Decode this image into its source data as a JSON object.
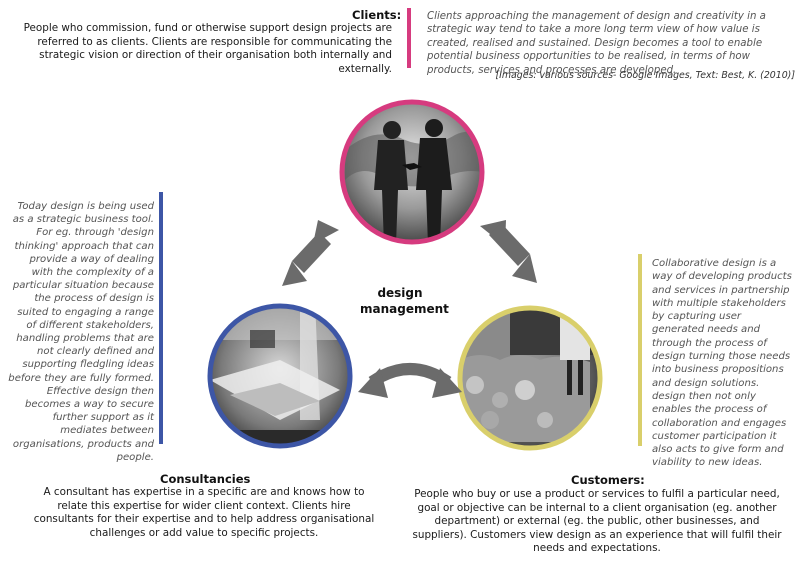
{
  "clients": {
    "heading": "Clients:",
    "body": "People who commission, fund or otherwise support design projects are referred to as clients. Clients are responsible for communicating the strategic vision or direction of their organisation both internally and externally.",
    "note": "Clients approaching the management of design and creativity in a strategic way tend to take a more long term view of how value is created, realised and sustained. Design becomes a tool to enable potential business opportunities to be realised, in terms of how products, services and processes are developed.",
    "citation": "[Images: various sources- Google Images, Text: Best, K. (2010)]"
  },
  "consultancies": {
    "heading": "Consultancies",
    "body": "A consultant has expertise in a specific are and knows how to relate this expertise for wider client context. Clients hire consultants for their expertise and to help address organisational challenges or add value to specific projects.",
    "note": "Today design is being used as a strategic business tool. For eg. through 'design thinking' approach that can provide a way of dealing with the complexity of a particular situation because the process of design is suited to engaging a range of different stakeholders, handling problems that are not clearly defined and supporting fledgling ideas before they are fully formed. Effective design then becomes a way to secure further support as it mediates between organisations, products and people."
  },
  "customers": {
    "heading": "Customers:",
    "body": "People who buy or use a product or services to fulfil a particular need, goal or objective can be internal to a client organisation (eg. another department) or external (eg. the public, other businesses, and suppliers). Customers view design as an experience that will fulfil their needs and expectations.",
    "note": "Collaborative design is a way of developing products and services in partnership with multiple stakeholders by capturing user generated needs and through the process of design turning those needs into business propositions and design solutions. design then not only enables the process of collaboration and engages customer participation it also acts to give form and viability to new ideas."
  },
  "center": {
    "line1": "design",
    "line2": "management"
  },
  "colors": {
    "clients": "#d63b7f",
    "consultancies": "#3d56a6",
    "customers": "#d9cf6b",
    "arrows": "#6b6b6b"
  }
}
